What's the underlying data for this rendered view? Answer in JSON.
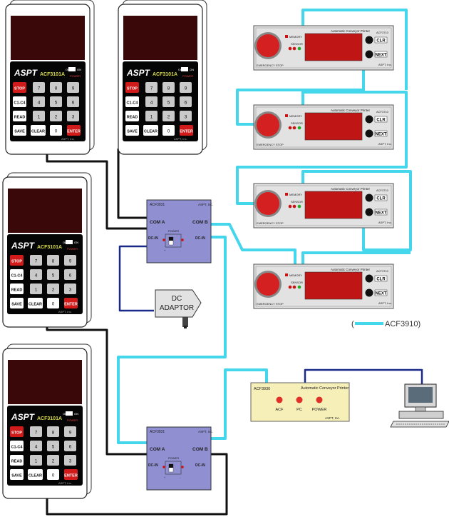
{
  "keypad": {
    "brand": "ASPT",
    "model": "ACF3101A",
    "switch_off": "OFF",
    "switch_on": "ON",
    "power_label": "POWER",
    "footer": "ASPT, Inc.",
    "keys": [
      [
        "STOP",
        "7",
        "8",
        "9"
      ],
      [
        "C1-C4",
        "4",
        "5",
        "6"
      ],
      [
        "READ",
        "1",
        "2",
        "3"
      ],
      [
        "SAVE",
        "CLEAR",
        "0",
        "ENTER"
      ]
    ]
  },
  "hub": {
    "model": "ACF3931",
    "maker": "ASPT, Inc.",
    "com_a": "COM A",
    "com_b": "COM B",
    "dcin": "DC-IN",
    "power": "POWER"
  },
  "adaptor": {
    "line1": "DC",
    "line2": "ADAPTOR"
  },
  "printer": {
    "title": "Automatic Conveyor Printer",
    "model": "ACF3710",
    "memory": "MEMORY",
    "sensor": "SENSOR",
    "stop": "EMERGENCY STOP",
    "clr": "CLR",
    "next": "NEXT",
    "maker": "ASPT, Inc."
  },
  "controller": {
    "model": "ACF3930",
    "title": "Automatic Conveyor Printer",
    "leds": [
      "ACF",
      "PC",
      "POWER"
    ],
    "maker": "ASPT, Inc."
  },
  "legend": {
    "label": "ACF3910)"
  },
  "colors": {
    "cable": "#44d6ea",
    "black_cable": "#111111",
    "navy_cable": "#1b2a8a",
    "hub": "#8f8fd2",
    "keypad_face": "#050505",
    "display_red": "#330808",
    "stop_red": "#d11a1a",
    "controller_bg": "#f6efb8"
  }
}
